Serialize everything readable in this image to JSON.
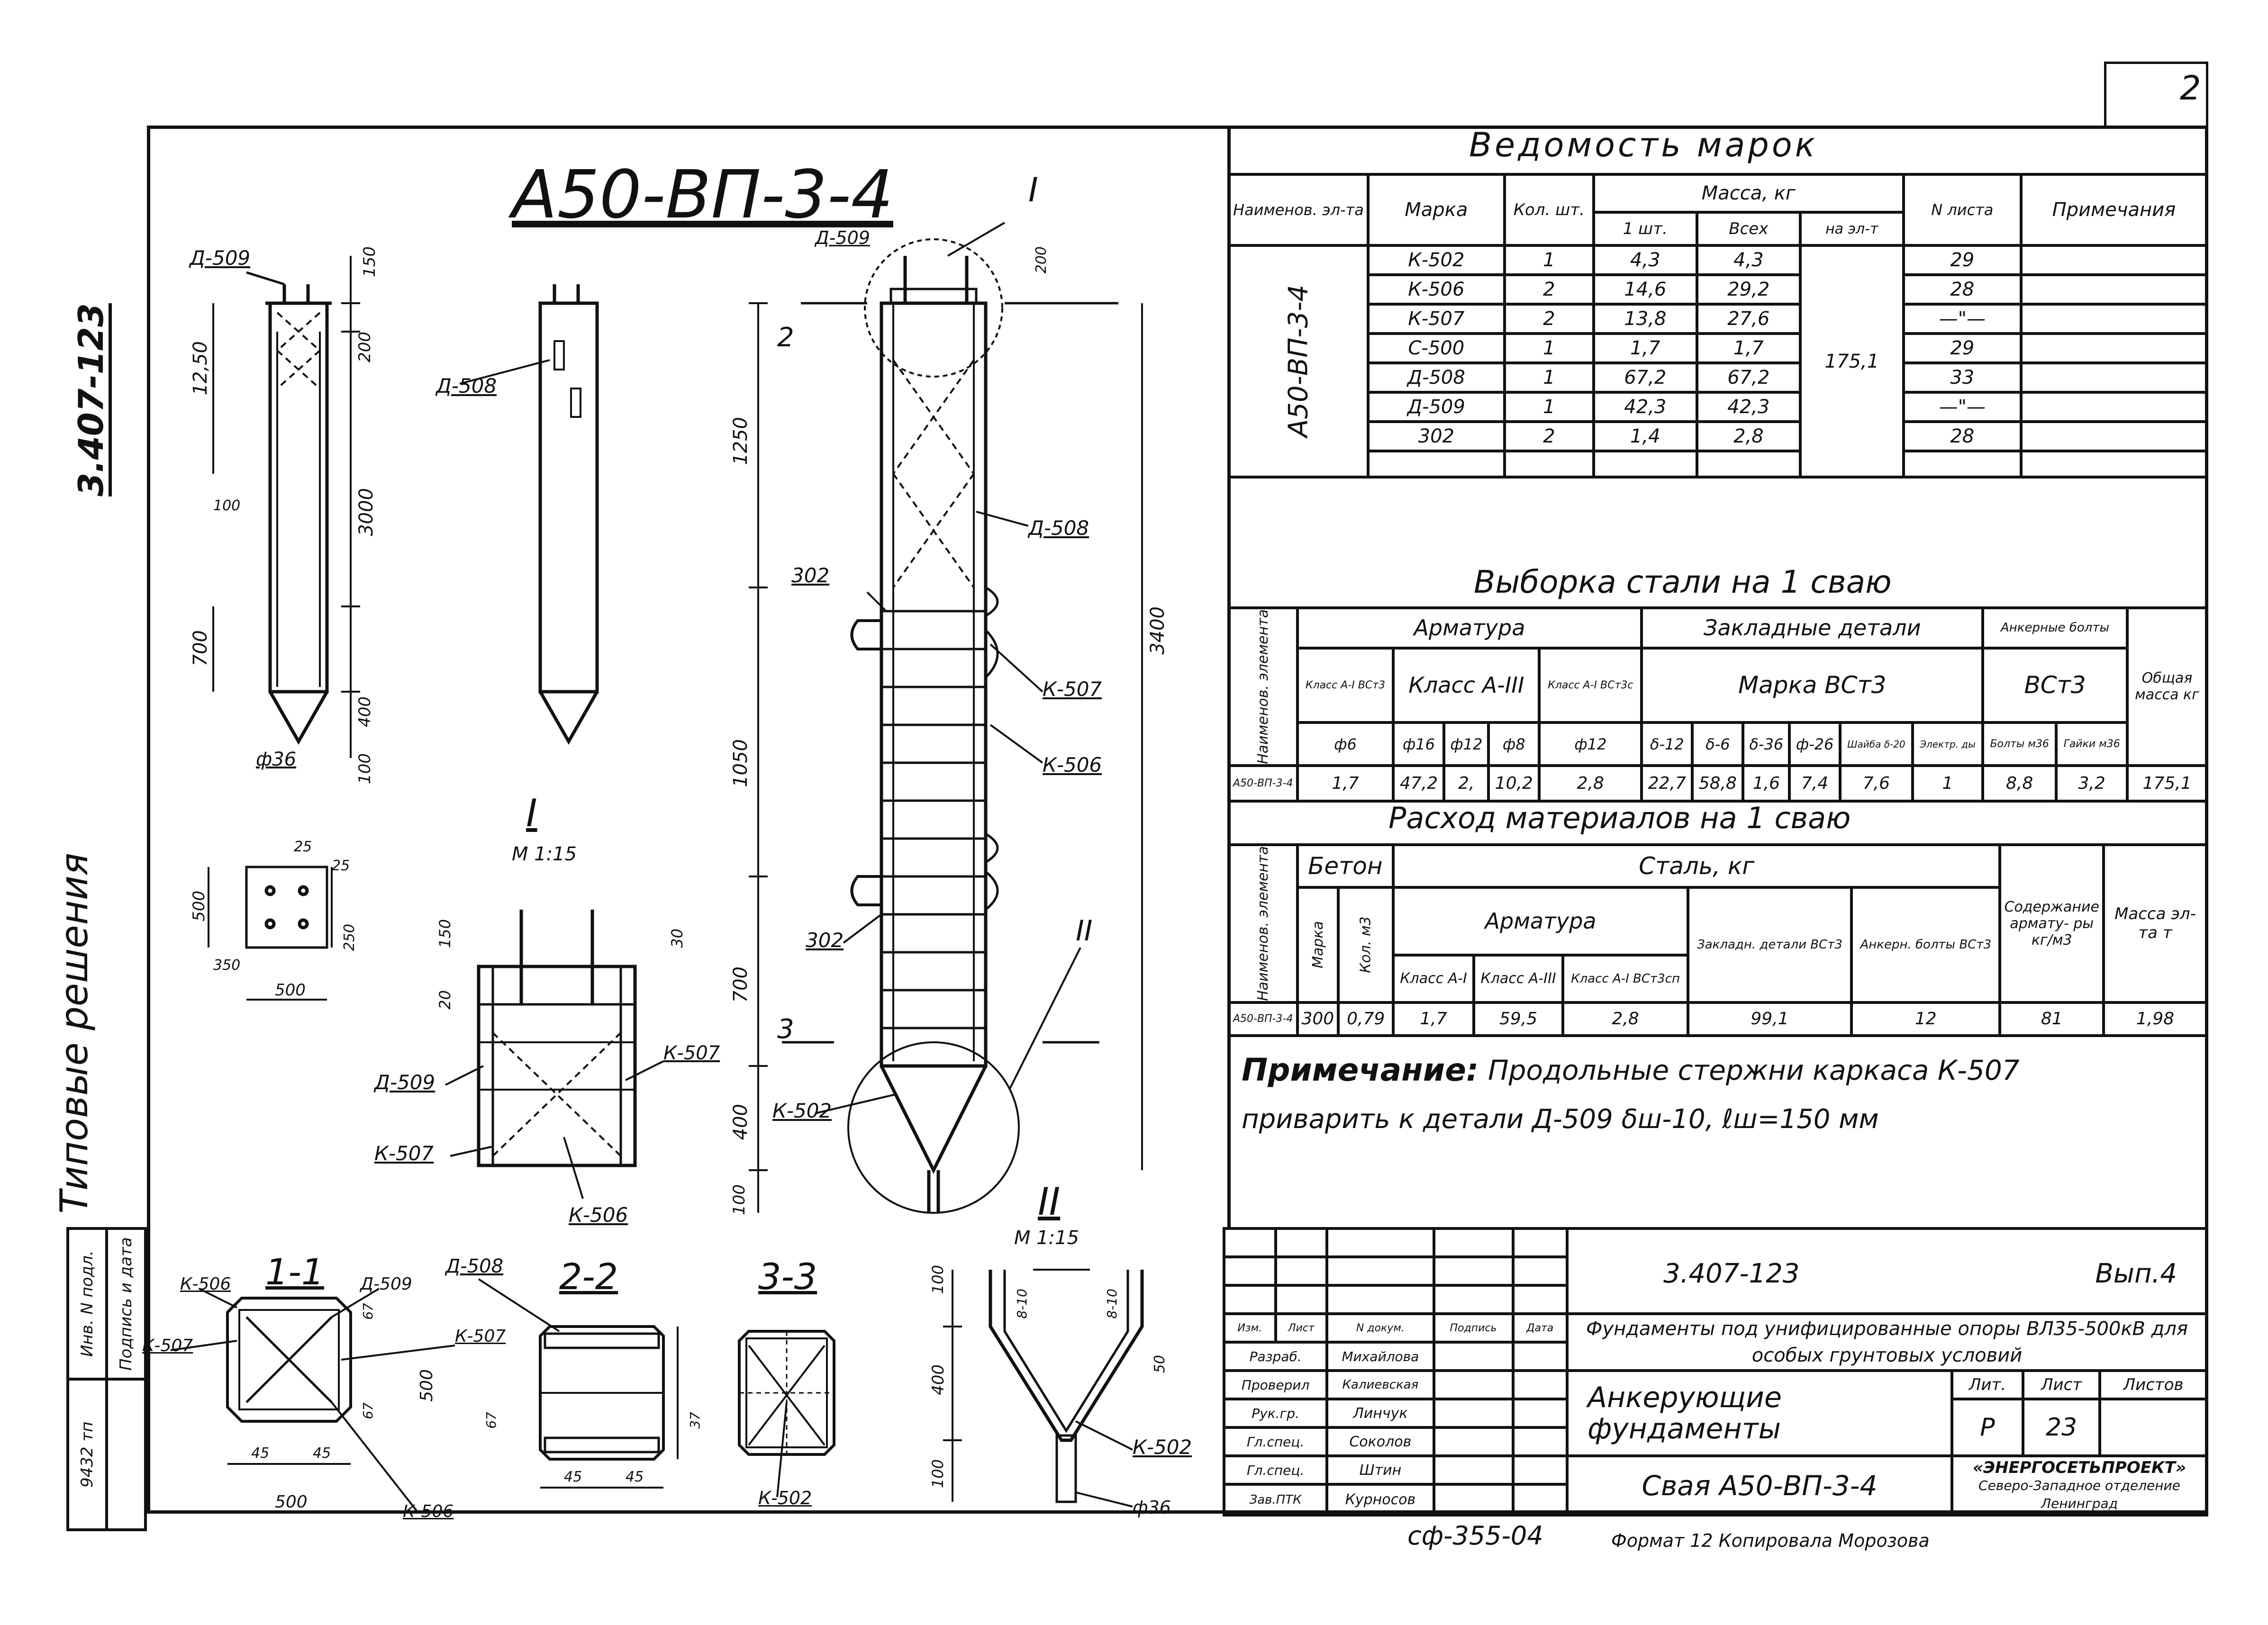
{
  "page_number": "2",
  "drawing_title": "А50-ВП-3-4",
  "side_code": "3.407-123",
  "side_title": "Типовые решения",
  "left_stamp": {
    "row1": "Инв. N подл.",
    "row2": "Подпись и дата",
    "value": "9432 тп"
  },
  "elevation_labels": {
    "d509_a": "Д-509",
    "d508_a": "Д-508",
    "d509_b": "Д-509",
    "d508_b": "Д-508",
    "k507": "К-507",
    "k506": "К-506",
    "k502": "К-502",
    "p302_top": "302",
    "p302_bottom": "302",
    "phi36": "ф36",
    "roman_1": "I",
    "roman_2": "II",
    "cut_2": "2",
    "cut_3": "3"
  },
  "dims": {
    "d150": "150",
    "d1250": "1250",
    "d200": "200",
    "d100": "100",
    "d3000": "3000",
    "d700": "700",
    "d400": "400",
    "d100b": "100",
    "d12_50": "12,50",
    "d1050": "1050",
    "d700b": "700",
    "d400b": "400",
    "d100c": "100",
    "d3400": "3400",
    "d200b": "200"
  },
  "detail_I": {
    "title": "I",
    "scale": "М 1:15",
    "d150": "150",
    "d20": "20",
    "d30": "30",
    "d509": "Д-509",
    "k507": "К-507",
    "k507b": "К-507",
    "k506": "К-506"
  },
  "detail_II": {
    "title": "II",
    "scale": "М 1:15",
    "d100": "100",
    "d400": "400",
    "d100b": "100",
    "d8_10": "8-10",
    "d8_10b": "8-10",
    "d50": "50",
    "k502": "К-502",
    "phi36": "ф36"
  },
  "plate": {
    "d25": "25",
    "d25b": "25",
    "d500": "500",
    "d350": "350",
    "d250": "250",
    "d500b": "500"
  },
  "sections": {
    "s11": "1-1",
    "s22": "2-2",
    "s33": "3-3",
    "k506": "К-506",
    "k507": "К-507",
    "d509": "Д-509",
    "d508": "Д-508",
    "k507b": "К-507",
    "k506b": "К-506",
    "k502": "К-502",
    "d45a": "45",
    "d45b": "45",
    "d500": "500",
    "d67a": "67",
    "d67b": "67",
    "d500b": "500",
    "d67c": "67",
    "d37": "37",
    "d45c": "45",
    "d45d": "45"
  },
  "marks_table": {
    "title": "Ведомость марок",
    "headers": {
      "name": "Наименов. эл-та",
      "mark": "Марка",
      "qty": "Кол. шт.",
      "mass": "Масса, кг",
      "mass_one": "1 шт.",
      "mass_all": "Всех",
      "mass_el": "на эл-т",
      "sheet": "N листа",
      "note": "Примечания"
    },
    "element": "А50-ВП-3-4",
    "total": "175,1",
    "rows": [
      {
        "mark": "К-502",
        "qty": "1",
        "one": "4,3",
        "all": "4,3",
        "sheet": "29"
      },
      {
        "mark": "К-506",
        "qty": "2",
        "one": "14,6",
        "all": "29,2",
        "sheet": "28"
      },
      {
        "mark": "К-507",
        "qty": "2",
        "one": "13,8",
        "all": "27,6",
        "sheet": "—\"—"
      },
      {
        "mark": "С-500",
        "qty": "1",
        "one": "1,7",
        "all": "1,7",
        "sheet": "29"
      },
      {
        "mark": "Д-508",
        "qty": "1",
        "one": "67,2",
        "all": "67,2",
        "sheet": "33"
      },
      {
        "mark": "Д-509",
        "qty": "1",
        "one": "42,3",
        "all": "42,3",
        "sheet": "—\"—"
      },
      {
        "mark": "302",
        "qty": "2",
        "one": "1,4",
        "all": "2,8",
        "sheet": "28"
      }
    ]
  },
  "steel_table": {
    "title": "Выборка стали на 1 сваю",
    "h_name": "Наименов. элемента",
    "h_arm": "Арматура",
    "h_emb": "Закладные детали",
    "h_anch": "Анкерные болты",
    "h_total": "Общая масса кг",
    "h_cls_a1": "Класс А-I ВСт3",
    "h_cls_a3": "Класс А-III",
    "h_cls_a1b": "Класс А-I ВСт3с",
    "h_emb_mark": "Марка ВСт3",
    "h_anch_mark": "ВСт3",
    "cols": [
      "ф6",
      "ф16",
      "ф12",
      "ф8",
      "ф12",
      "δ-12",
      "δ-6",
      "δ-36",
      "ф-26",
      "Шайба δ-20",
      "Электр. ды",
      "Болты м36",
      "Гайки м36"
    ],
    "row": [
      "А50-ВП-3-4",
      "1,7",
      "47,2",
      "2,",
      "10,2",
      "2,8",
      "22,7",
      "58,8",
      "1,6",
      "7,4",
      "7,6",
      "1",
      "8,8",
      "3,2",
      "175,1"
    ]
  },
  "materials_table": {
    "title": "Расход материалов на 1 сваю",
    "h_name": "Наименов. элемента",
    "h_concrete": "Бетон",
    "h_mark": "Марка",
    "h_qty": "Кол. м3",
    "h_steel": "Сталь, кг",
    "h_arm": "Арматура",
    "h_a1": "Класс А-I",
    "h_a3": "Класс А-III",
    "h_a1b": "Класс А-I ВСт3сп",
    "h_emb": "Закладн. детали ВСт3",
    "h_anch": "Анкерн. болты ВСт3",
    "h_content": "Содержание армату- ры кг/м3",
    "h_mass": "Масса эл-та т",
    "row": [
      "А50-ВП-3-4",
      "300",
      "0,79",
      "1,7",
      "59,5",
      "2,8",
      "99,1",
      "12",
      "81",
      "1,98"
    ]
  },
  "note": {
    "label": "Примечание:",
    "line1": "Продольные стержни каркаса К-507",
    "line2": "приварить к детали Д-509  δш-10, ℓш=150 мм"
  },
  "title_block": {
    "code": "3.407-123",
    "issue": "Вып.4",
    "subject": "Фундаменты под унифицированные опоры ВЛ35-500кВ для особых грунтовых условий",
    "name1": "Анкерующие",
    "name2": "фундаменты",
    "sheet_title": "Свая А50-ВП-3-4",
    "lit_h": "Лит.",
    "sheet_h": "Лист",
    "sheets_h": "Листов",
    "lit": "Р",
    "sheet": "23",
    "org1": "«ЭНЕРГОСЕТЬПРОЕКТ»",
    "org2": "Северо-Западное отделение",
    "org3": "Ленинград",
    "hdr": [
      "Изм.",
      "Лист",
      "N докум.",
      "Подпись",
      "Дата"
    ],
    "people": [
      {
        "role": "Разраб.",
        "name": "Михайлова"
      },
      {
        "role": "Проверил",
        "name": "Калиевская"
      },
      {
        "role": "Рук.гр.",
        "name": "Линчук"
      },
      {
        "role": "Гл.спец.",
        "name": "Соколов"
      },
      {
        "role": "Гл.спец.",
        "name": "Штин"
      },
      {
        "role": "Зав.ПТК",
        "name": "Курносов"
      }
    ]
  },
  "footer": {
    "form": "сф-355-04",
    "format": "Формат 12   Копировала  Морозова"
  }
}
